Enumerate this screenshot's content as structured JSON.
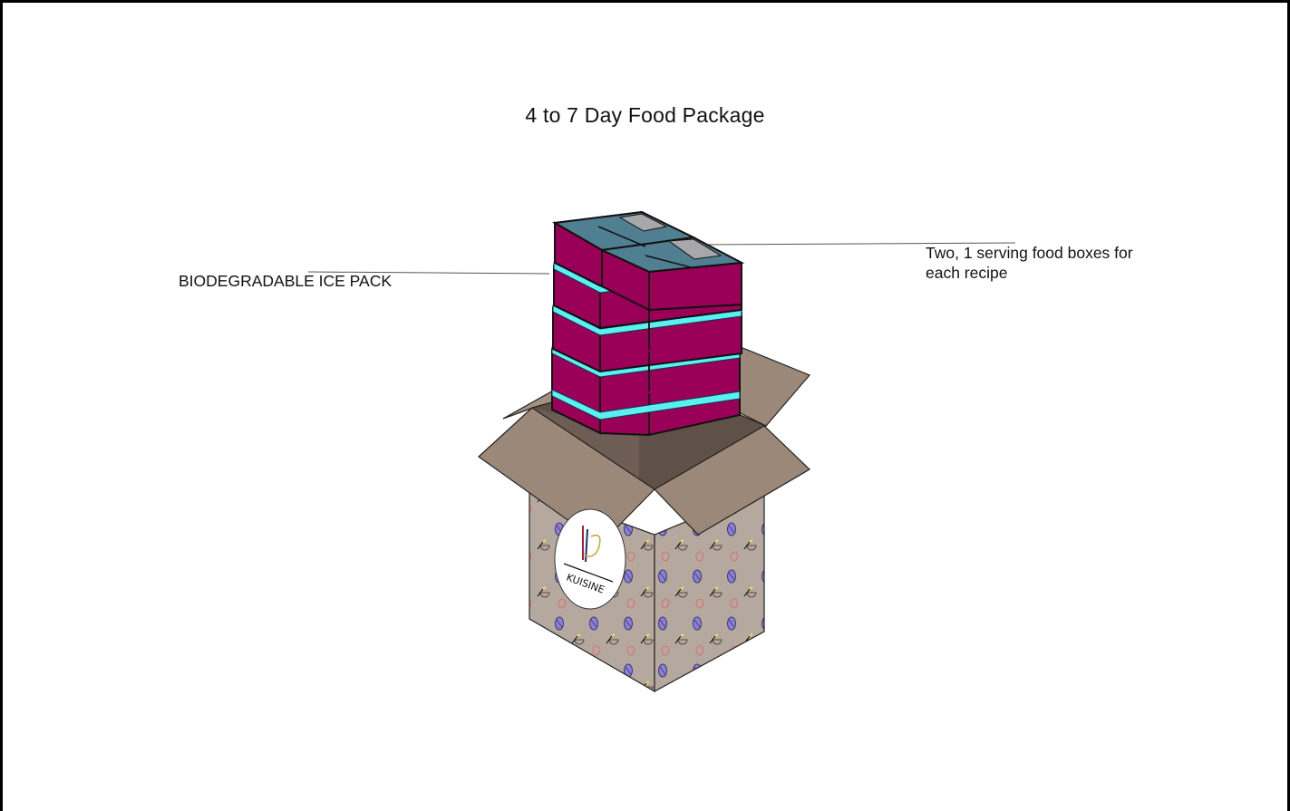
{
  "title": "4 to 7 Day Food Package",
  "labels": {
    "ice_pack": "BIODEGRADABLE ICE PACK",
    "food_boxes": "Two, 1 serving food boxes for each recipe"
  },
  "logo": {
    "text": "KUISINE"
  },
  "colors": {
    "food_box": "#9a0058",
    "food_box_top": "#4f7f91",
    "ice_pack": "#5af0f2",
    "cardboard": "#9c8878",
    "cardboard_inside": "#5f5048",
    "box_print": "#b6aaa1"
  }
}
